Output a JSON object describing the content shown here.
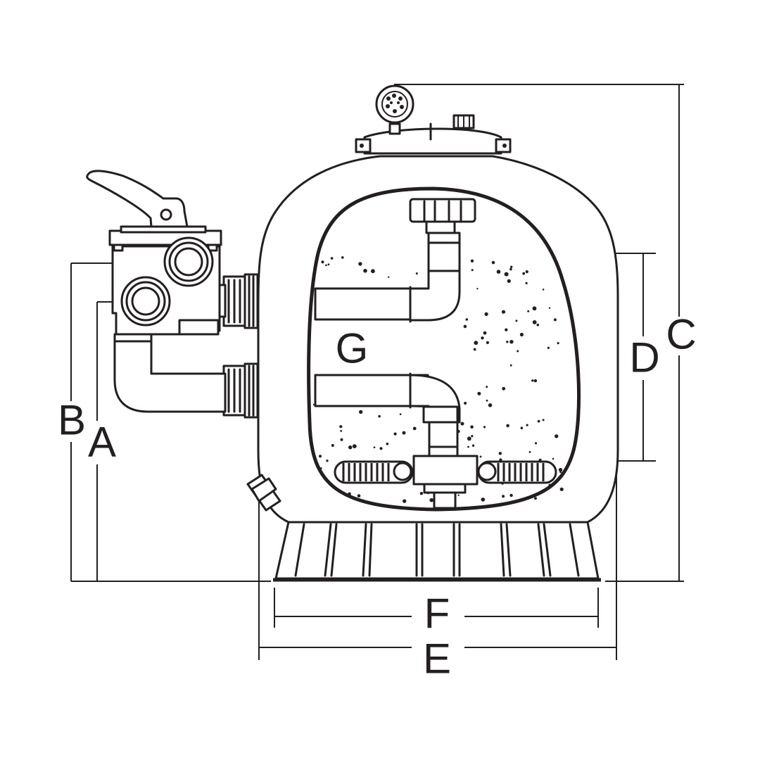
{
  "diagram": {
    "colors": {
      "line": "#231f20",
      "background": "#ffffff"
    },
    "labels": {
      "A": "A",
      "B": "B",
      "C": "C",
      "D": "D",
      "E": "E",
      "F": "F",
      "G": "G"
    }
  }
}
